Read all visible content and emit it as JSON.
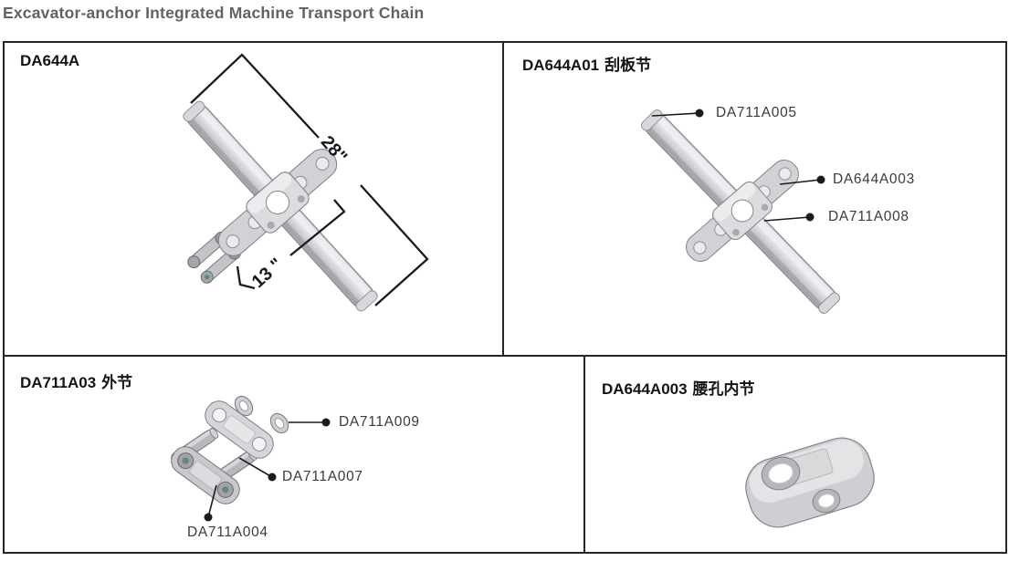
{
  "page": {
    "title": "Excavator-anchor Integrated Machine Transport Chain"
  },
  "colors": {
    "frame_border": "#26262a",
    "heading_text": "#5f6368",
    "panel_title_text": "#141417",
    "part_label_text": "#3a3a3f",
    "leader_line": "#1b1b1f",
    "metal_light": "#ececef",
    "metal_mid": "#cfcfd4",
    "metal_dark": "#9a9aa1",
    "pin_accent_teal": "#5e8a7c"
  },
  "panels": {
    "assembly": {
      "code": "DA644A",
      "name": "",
      "dim_length": "28\"",
      "dim_width": "13 \""
    },
    "scraper": {
      "code": "DA644A01",
      "name": "刮板节",
      "labels": {
        "l1": "DA711A005",
        "l2": "DA644A003",
        "l3": "DA711A008"
      }
    },
    "outer_link": {
      "code": "DA711A03",
      "name": "外节",
      "labels": {
        "l1": "DA711A009",
        "l2": "DA711A007",
        "l3": "DA711A004"
      }
    },
    "inner_link": {
      "code": "DA644A003",
      "name": "腰孔内节"
    }
  }
}
